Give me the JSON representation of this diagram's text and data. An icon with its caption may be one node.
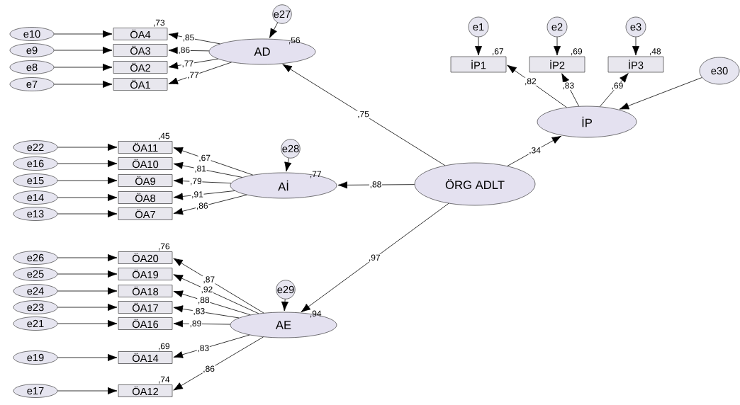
{
  "diagram": {
    "nodes": [
      {
        "text": [
          "e27"
        ]
      },
      {
        "text": [
          "AD"
        ],
        "beside": [
          ",56"
        ]
      },
      {
        "text": [
          "e10"
        ]
      },
      {
        "text": [
          "ÖA4"
        ],
        "beside": [
          ",73"
        ]
      },
      {
        "text": [
          "e9"
        ]
      },
      {
        "text": [
          "ÖA3"
        ]
      },
      {
        "text": [
          "e8"
        ]
      },
      {
        "text": [
          "ÖA2"
        ]
      },
      {
        "text": [
          "e7"
        ]
      },
      {
        "text": [
          "ÖA1"
        ]
      },
      {
        "text": [
          "e1"
        ]
      },
      {
        "text": [
          "e2"
        ]
      },
      {
        "text": [
          "e3"
        ]
      },
      {
        "text": [
          "İP1"
        ],
        "beside": [
          ",67"
        ]
      },
      {
        "text": [
          "İP2"
        ],
        "beside": [
          ",69"
        ]
      },
      {
        "text": [
          "İP3"
        ],
        "beside": [
          ",48"
        ]
      },
      {
        "text": [
          "e30"
        ]
      },
      {
        "text": [
          "İP"
        ]
      },
      {
        "text": [
          "e28"
        ]
      },
      {
        "text": [
          "Aİ"
        ],
        "beside": [
          ",77"
        ]
      },
      {
        "text": [
          "e22"
        ]
      },
      {
        "text": [
          "ÖA11"
        ],
        "beside": [
          ",45"
        ]
      },
      {
        "text": [
          "e16"
        ]
      },
      {
        "text": [
          "ÖA10"
        ]
      },
      {
        "text": [
          "e15"
        ]
      },
      {
        "text": [
          "ÖA9"
        ]
      },
      {
        "text": [
          "e14"
        ]
      },
      {
        "text": [
          "ÖA8"
        ]
      },
      {
        "text": [
          "e13"
        ]
      },
      {
        "text": [
          "ÖA7"
        ]
      },
      {
        "text": [
          "ÖRG ADLT"
        ]
      },
      {
        "text": [
          "e29"
        ]
      },
      {
        "text": [
          "AE"
        ],
        "beside": [
          ",94"
        ]
      },
      {
        "text": [
          "e26"
        ]
      },
      {
        "text": [
          "ÖA20"
        ],
        "beside": [
          ",76"
        ]
      },
      {
        "text": [
          "e25"
        ]
      },
      {
        "text": [
          "ÖA19"
        ]
      },
      {
        "text": [
          "e24"
        ]
      },
      {
        "text": [
          "ÖA18"
        ]
      },
      {
        "text": [
          "e23"
        ]
      },
      {
        "text": [
          "ÖA17"
        ]
      },
      {
        "text": [
          "e21"
        ]
      },
      {
        "text": [
          "ÖA16"
        ]
      },
      {
        "text": [
          "e19"
        ]
      },
      {
        "text": [
          "ÖA14"
        ],
        "beside": [
          ",69"
        ]
      },
      {
        "text": [
          "e17"
        ]
      },
      {
        "text": [
          "ÖA12"
        ],
        "beside": [
          ",74"
        ]
      }
    ],
    "edges": [
      {
        "from": 0,
        "to": 1,
        "arrow": "to"
      },
      {
        "from": 1,
        "to": 3,
        "arrow": "to",
        "label": ",85"
      },
      {
        "from": 1,
        "to": 5,
        "arrow": "to",
        "label": ",86"
      },
      {
        "from": 1,
        "to": 7,
        "arrow": "to",
        "label": ",77"
      },
      {
        "from": 1,
        "to": 9,
        "arrow": "to",
        "label": ",77"
      },
      {
        "from": 2,
        "to": 3,
        "arrow": "to"
      },
      {
        "from": 4,
        "to": 5,
        "arrow": "to"
      },
      {
        "from": 6,
        "to": 7,
        "arrow": "to"
      },
      {
        "from": 8,
        "to": 9,
        "arrow": "to"
      },
      {
        "from": 10,
        "to": 13,
        "arrow": "to"
      },
      {
        "from": 11,
        "to": 14,
        "arrow": "to"
      },
      {
        "from": 12,
        "to": 15,
        "arrow": "to"
      },
      {
        "from": 17,
        "to": 13,
        "arrow": "to",
        "label": ",82"
      },
      {
        "from": 17,
        "to": 14,
        "arrow": "to",
        "label": ",83"
      },
      {
        "from": 17,
        "to": 15,
        "arrow": "to",
        "label": ",69"
      },
      {
        "from": 16,
        "to": 17,
        "arrow": "to"
      },
      {
        "from": 18,
        "to": 19,
        "arrow": "to"
      },
      {
        "from": 19,
        "to": 21,
        "arrow": "to",
        "label": ",67"
      },
      {
        "from": 19,
        "to": 23,
        "arrow": "to",
        "label": ",81"
      },
      {
        "from": 19,
        "to": 25,
        "arrow": "to",
        "label": ",79"
      },
      {
        "from": 19,
        "to": 27,
        "arrow": "to",
        "label": ",91"
      },
      {
        "from": 19,
        "to": 29,
        "arrow": "to",
        "label": ",86"
      },
      {
        "from": 20,
        "to": 21,
        "arrow": "to"
      },
      {
        "from": 22,
        "to": 23,
        "arrow": "to"
      },
      {
        "from": 24,
        "to": 25,
        "arrow": "to"
      },
      {
        "from": 26,
        "to": 27,
        "arrow": "to"
      },
      {
        "from": 28,
        "to": 29,
        "arrow": "to"
      },
      {
        "from": 30,
        "to": 1,
        "arrow": "to",
        "label": ",75"
      },
      {
        "from": 30,
        "to": 17,
        "arrow": "to",
        "label": ",34"
      },
      {
        "from": 30,
        "to": 19,
        "arrow": "to",
        "label": ",88"
      },
      {
        "from": 30,
        "to": 32,
        "arrow": "to",
        "label": ",97"
      },
      {
        "from": 31,
        "to": 32,
        "arrow": "to"
      },
      {
        "from": 32,
        "to": 34,
        "arrow": "to",
        "label": ",87"
      },
      {
        "from": 32,
        "to": 36,
        "arrow": "to",
        "label": ",92"
      },
      {
        "from": 32,
        "to": 38,
        "arrow": "to",
        "label": ",88"
      },
      {
        "from": 32,
        "to": 40,
        "arrow": "to",
        "label": ",83"
      },
      {
        "from": 32,
        "to": 42,
        "arrow": "to",
        "label": ",89"
      },
      {
        "from": 32,
        "to": 44,
        "arrow": "to",
        "label": ",83"
      },
      {
        "from": 32,
        "to": 46,
        "arrow": "to",
        "label": ",86"
      },
      {
        "from": 33,
        "to": 34,
        "arrow": "to"
      },
      {
        "from": 35,
        "to": 36,
        "arrow": "to"
      },
      {
        "from": 37,
        "to": 38,
        "arrow": "to"
      },
      {
        "from": 39,
        "to": 40,
        "arrow": "to"
      },
      {
        "from": 41,
        "to": 42,
        "arrow": "to"
      },
      {
        "from": 43,
        "to": 44,
        "arrow": "to"
      },
      {
        "from": 45,
        "to": 46,
        "arrow": "to"
      }
    ]
  }
}
